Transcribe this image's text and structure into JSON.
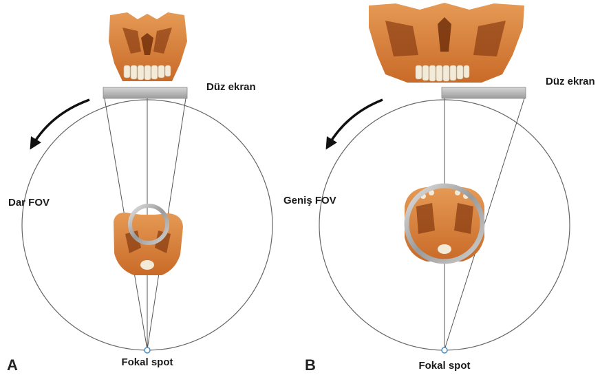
{
  "panels": [
    {
      "letter": "A",
      "detector_label": "Düz ekran",
      "fov_label": "Dar FOV",
      "focal_label": "Fokal spot"
    },
    {
      "letter": "B",
      "detector_label": "Düz ekran",
      "fov_label": "Geniş FOV",
      "focal_label": "Fokal spot"
    }
  ],
  "colors": {
    "bone": "#d9803a",
    "bone_dark": "#8a3d12",
    "teeth": "#f4ead8",
    "detector": "#b8b8b8",
    "fov_ring": "#a9a9a9",
    "lines": "#555555",
    "focal_spot": "#4a90c8"
  }
}
